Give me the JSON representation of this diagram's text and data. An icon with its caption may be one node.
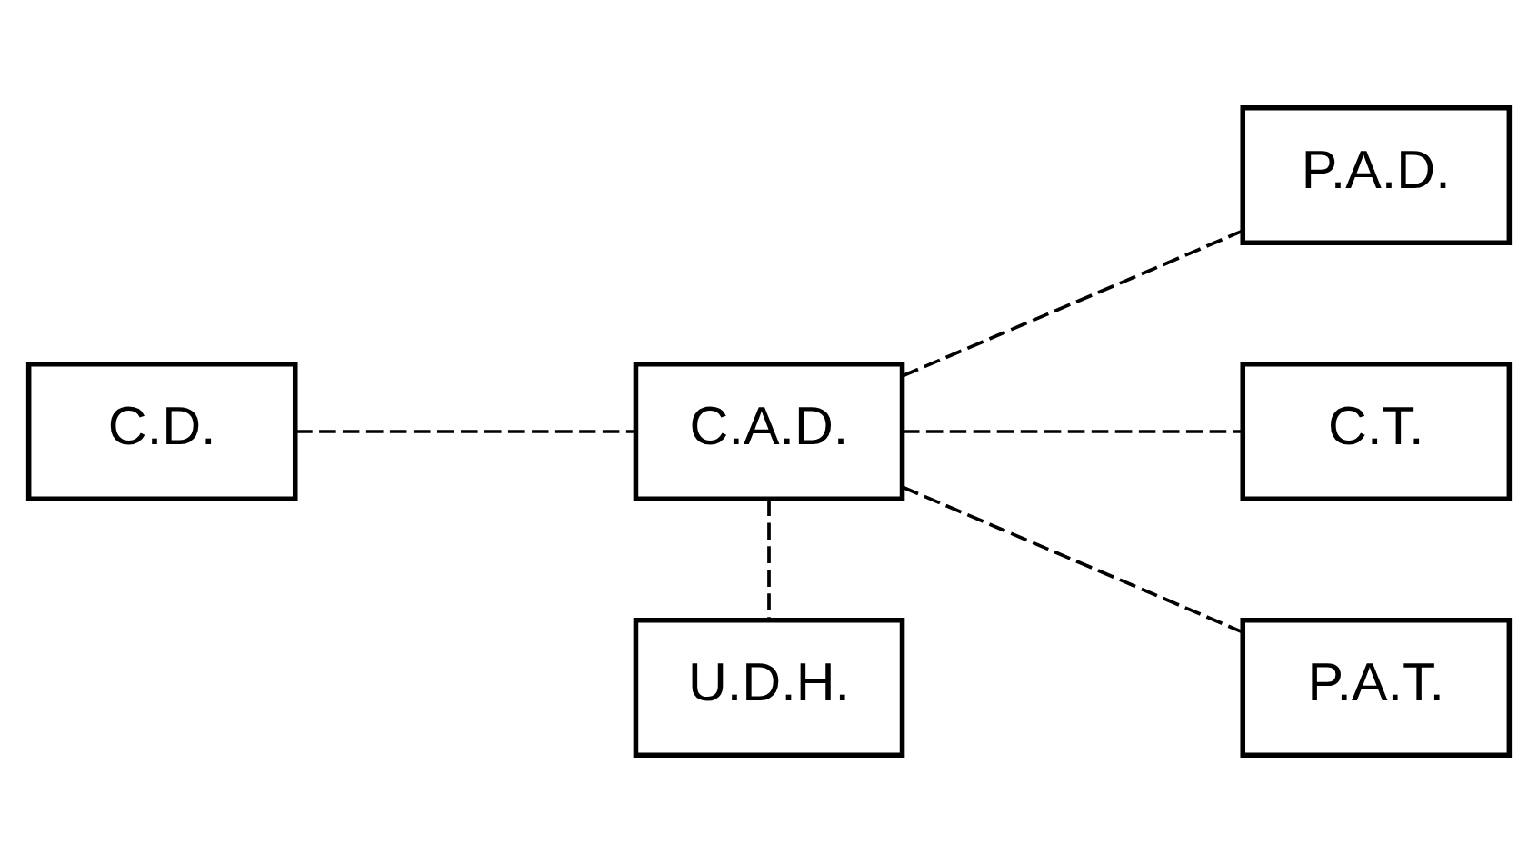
{
  "diagram": {
    "nodes": [
      {
        "text": [
          "U.D.H."
        ]
      },
      {
        "text": [
          "P.A.D."
        ]
      },
      {
        "text": [
          "C.D."
        ]
      },
      {
        "text": [
          "C.A.D."
        ]
      },
      {
        "text": [
          "C.T."
        ]
      },
      {
        "text": [
          "P.A.T."
        ]
      }
    ],
    "edges": [
      {
        "from": 3,
        "to": 0,
        "arrow": "none",
        "style": "dashed"
      },
      {
        "from": 3,
        "to": 1,
        "arrow": "none",
        "style": "dashed"
      },
      {
        "from": 2,
        "to": 3,
        "arrow": "none",
        "style": "dashed"
      },
      {
        "from": 3,
        "to": 4,
        "arrow": "none",
        "style": "dashed"
      },
      {
        "from": 3,
        "to": 5,
        "arrow": "none",
        "style": "dashed"
      }
    ]
  }
}
